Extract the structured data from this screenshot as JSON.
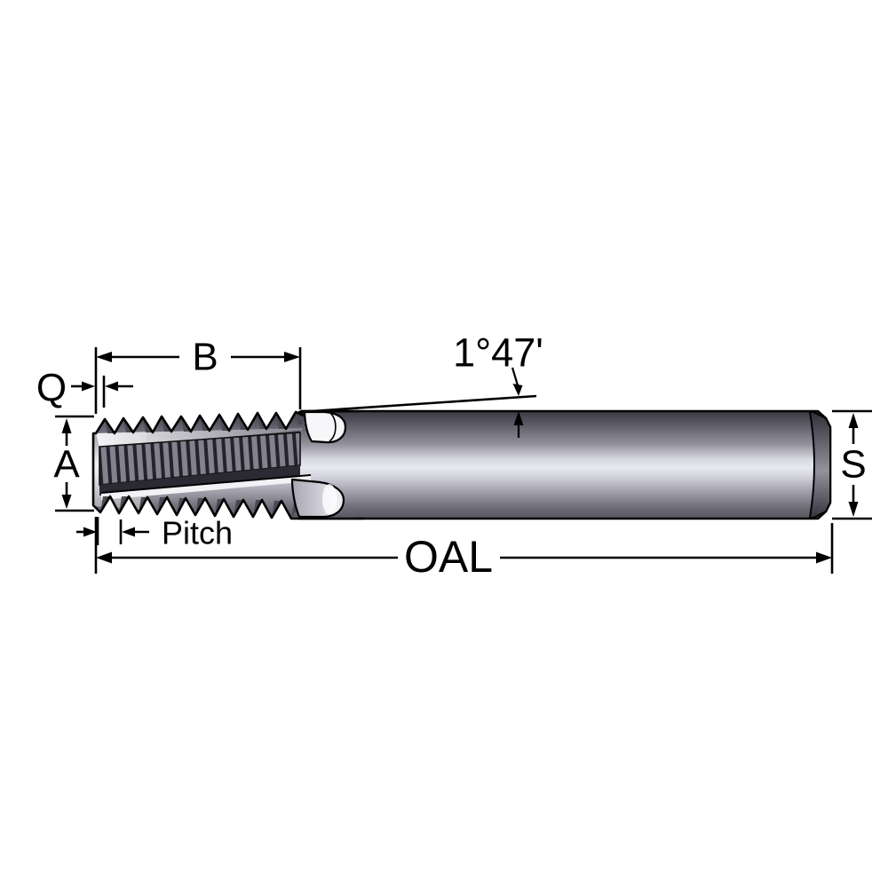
{
  "diagram": {
    "type": "dimension-drawing",
    "labels": {
      "b": "B",
      "q": "Q",
      "a": "A",
      "pitch": "Pitch",
      "oal": "OAL",
      "s": "S",
      "taper_angle": "1°47'"
    },
    "colors": {
      "outline": "#000000",
      "background": "#ffffff",
      "metal_dark": "#4b4a55",
      "metal_highlight": "#e9e9f0"
    }
  }
}
